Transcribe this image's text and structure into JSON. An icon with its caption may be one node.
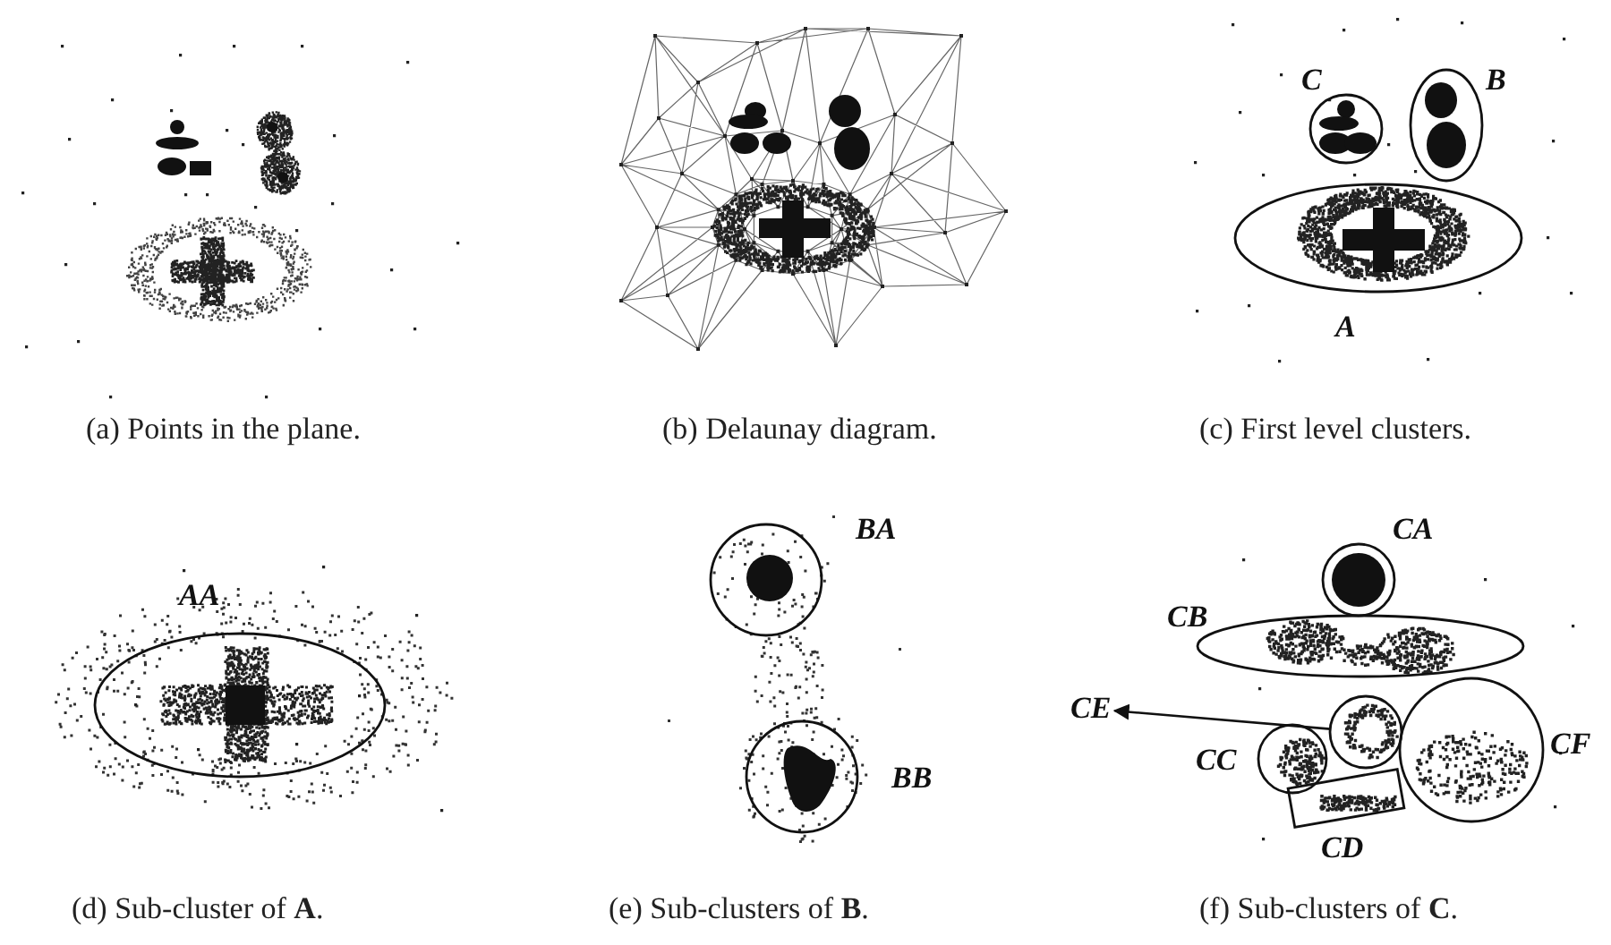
{
  "diagram": {
    "nodes": [
      {
        "text": [
          "C"
        ]
      },
      {
        "text": [
          "B"
        ]
      },
      {
        "text": [
          "A"
        ]
      },
      {
        "text": [
          "AA"
        ]
      },
      {
        "text": [
          "BA"
        ]
      },
      {
        "text": [
          "BB"
        ]
      },
      {
        "text": [
          "CA"
        ]
      },
      {
        "text": [
          "CB"
        ]
      },
      {
        "text": [
          "CE"
        ]
      },
      {
        "text": [],
        "shape": "circle"
      },
      {
        "text": [
          "CC"
        ]
      },
      {
        "text": [
          "CD"
        ]
      },
      {
        "text": [
          "CF"
        ]
      }
    ],
    "edges": [
      {
        "from": 9,
        "to": 8,
        "arrow": "to"
      }
    ],
    "labels": [
      "(a) Points in the plane.",
      "(b) Delaunay diagram.",
      "(c) First level clusters.",
      "(d) Sub-cluster of **A**.",
      "(e) Sub-clusters of **B**.",
      "(f) Sub-clusters of **C**."
    ]
  }
}
